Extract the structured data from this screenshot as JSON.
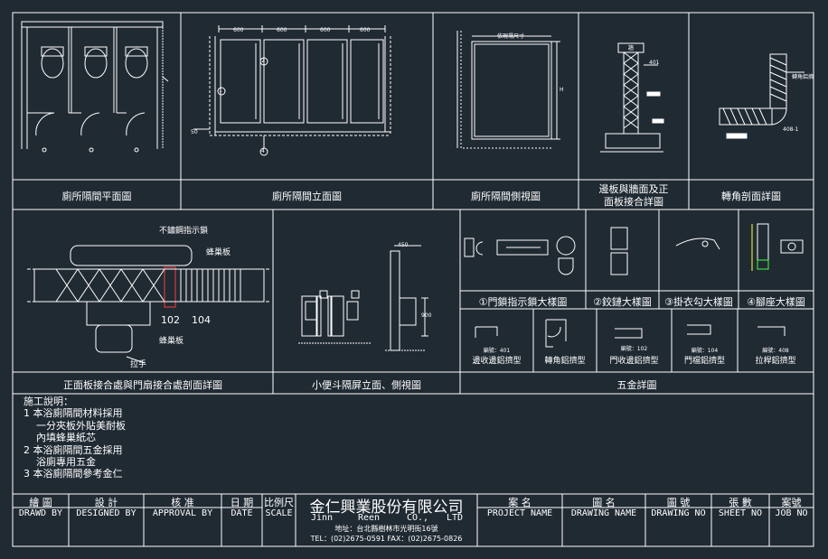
{
  "panels": {
    "plan": "廁所隔間平面圖",
    "elevation": "廁所隔間立面圖",
    "side": "廁所隔間側視圖",
    "wall_joint_line1": "邊板與牆面及正",
    "wall_joint_line2": "面板接合詳圖",
    "corner": "轉角剖面詳圖",
    "front_joint": "正面板接合處與門扇接合處剖面詳圖",
    "urinal": "小便斗隔屏立面、側視圖",
    "hardware": "五金詳圖"
  },
  "hardware_items": [
    {
      "num": "①",
      "label": "門鎖指示鎖大樣圖"
    },
    {
      "num": "②",
      "label": "鉸鏈大樣圖"
    },
    {
      "num": "③",
      "label": "掛衣勾大樣圖"
    },
    {
      "num": "④",
      "label": "腳座大樣圖"
    }
  ],
  "profiles": [
    {
      "code": "編號：401",
      "label": "邊收邊鋁擠型"
    },
    {
      "code": "",
      "label": "轉角鋁擠型"
    },
    {
      "code": "編號：102",
      "label": "門收邊鋁擠型"
    },
    {
      "code": "編號：104",
      "label": "門檔鋁擠型"
    },
    {
      "code": "編號：408",
      "label": "拉桿鋁擠型"
    }
  ],
  "annotations": {
    "lock": "不鏽鋼指示鎖",
    "honeycomb_top": "蜂巢板",
    "honeycomb_bottom": "蜂巢板",
    "handle": "拉手",
    "num_102": "102",
    "num_104": "104",
    "dim_600": "600",
    "dim_50": "50",
    "dim_450": "450",
    "dim_900": "900",
    "side_top": "依現場尺寸",
    "side_h": "H",
    "wall_top": "牆",
    "wall_401": "401",
    "corner_label": "轉角鋁擠",
    "corner_408": "408-1",
    "circle_1": "1",
    "circle_2": "2",
    "circle_4": "4"
  },
  "notes": [
    "施工說明：",
    "1  本浴廁隔間材料採用",
    "   一分夾板外貼美耐板",
    "   內填蜂巢紙芯",
    "2  本浴廁隔間五金採用",
    "   浴廁專用五金",
    "3  本浴廁隔間參考金仁"
  ],
  "title_block": {
    "drawn_zh": "繪 圖",
    "drawn_en": "DRAWD BY",
    "designed_zh": "設 計",
    "designed_en": "DESIGNED BY",
    "approval_zh": "核 准",
    "approval_en": "APPROVAL BY",
    "date_zh": "日 期",
    "date_en": "DATE",
    "scale_zh": "比例尺",
    "scale_en": "SCALE",
    "company_zh": "金仁興業股份有限公司",
    "company_en1": "Jinn",
    "company_en2": "Reen",
    "company_en3": "CO.,",
    "company_en4": "LTD",
    "address": "地址：台北縣樹林市光明街16號",
    "tel": "TEL：(02)2675-0591  FAX：(02)2675-0826",
    "project_zh": "案 名",
    "project_en": "PROJECT NAME",
    "drawing_name_zh": "圖 名",
    "drawing_name_en": "DRAWING NAME",
    "drawing_no_zh": "圖 號",
    "drawing_no_en": "DRAWING NO",
    "sheet_zh": "張 數",
    "sheet_en": "SHEET NO",
    "job_zh": "案號",
    "job_en": "JOB NO"
  },
  "colors": {
    "background": "#202a33",
    "line": "#ffffff",
    "accent_red": "#ff3b3b",
    "accent_yellow": "#ffff40",
    "accent_cyan": "#40e0ff",
    "accent_green": "#40ff40"
  }
}
